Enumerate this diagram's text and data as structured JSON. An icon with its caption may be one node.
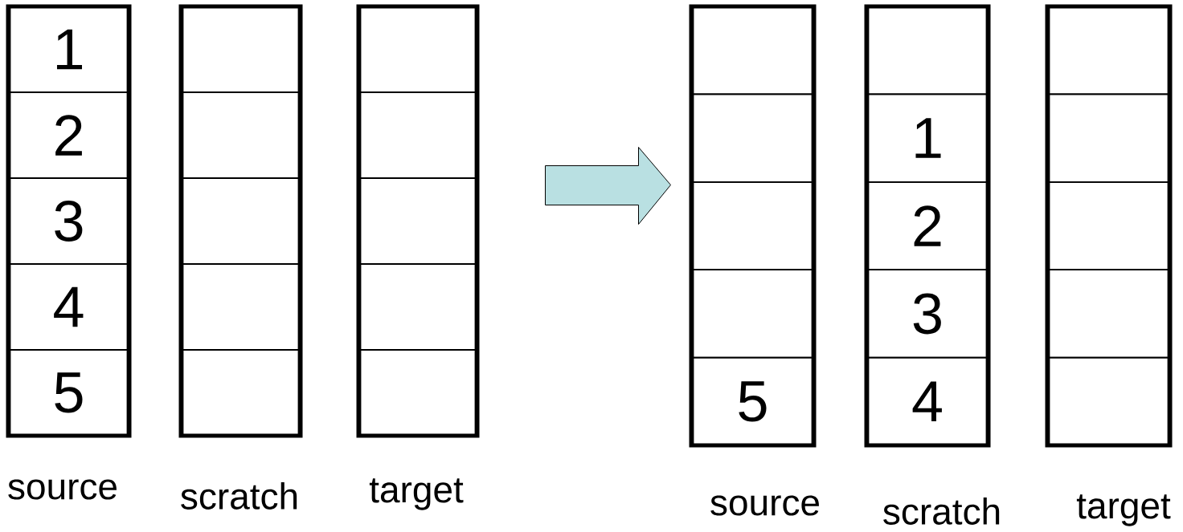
{
  "diagram": {
    "nodes": [
      {
        "text": [
          "source"
        ]
      },
      {
        "text": [
          "1"
        ],
        "in": 0
      },
      {
        "text": [
          "2"
        ],
        "in": 0
      },
      {
        "text": [
          "3"
        ],
        "in": 0
      },
      {
        "text": [
          "4"
        ],
        "in": 0
      },
      {
        "text": [
          "5"
        ],
        "in": 0
      },
      {
        "text": [
          "scratch"
        ]
      },
      {
        "text": [],
        "shape": "box",
        "in": 6
      },
      {
        "text": [],
        "shape": "box",
        "in": 6
      },
      {
        "text": [],
        "shape": "box",
        "in": 6
      },
      {
        "text": [],
        "shape": "box",
        "in": 6
      },
      {
        "text": [],
        "shape": "box",
        "in": 6
      },
      {
        "text": [
          "target"
        ]
      },
      {
        "text": [],
        "shape": "box",
        "in": 12
      },
      {
        "text": [],
        "shape": "box",
        "in": 12
      },
      {
        "text": [],
        "shape": "box",
        "in": 12
      },
      {
        "text": [],
        "shape": "box",
        "in": 12
      },
      {
        "text": [],
        "shape": "box",
        "in": 12
      },
      {
        "text": [
          "source"
        ]
      },
      {
        "text": [],
        "shape": "box",
        "in": 18
      },
      {
        "text": [],
        "shape": "box",
        "in": 18
      },
      {
        "text": [],
        "shape": "box",
        "in": 18
      },
      {
        "text": [],
        "shape": "box",
        "in": 18
      },
      {
        "text": [
          "5"
        ],
        "in": 18
      },
      {
        "text": [
          "scratch"
        ]
      },
      {
        "text": [],
        "shape": "box",
        "in": 24
      },
      {
        "text": [
          "1"
        ],
        "in": 24
      },
      {
        "text": [
          "2"
        ],
        "in": 24
      },
      {
        "text": [
          "3"
        ],
        "in": 24
      },
      {
        "text": [
          "4"
        ],
        "in": 24
      },
      {
        "text": [
          "target"
        ]
      },
      {
        "text": [],
        "shape": "box",
        "in": 30
      },
      {
        "text": [],
        "shape": "box",
        "in": 30
      },
      {
        "text": [],
        "shape": "box",
        "in": 30
      },
      {
        "text": [],
        "shape": "box",
        "in": 30
      },
      {
        "text": [],
        "shape": "box",
        "in": 30
      }
    ],
    "edges": [
      {
        "from": 12,
        "to": 18,
        "arrow": "to"
      }
    ]
  }
}
